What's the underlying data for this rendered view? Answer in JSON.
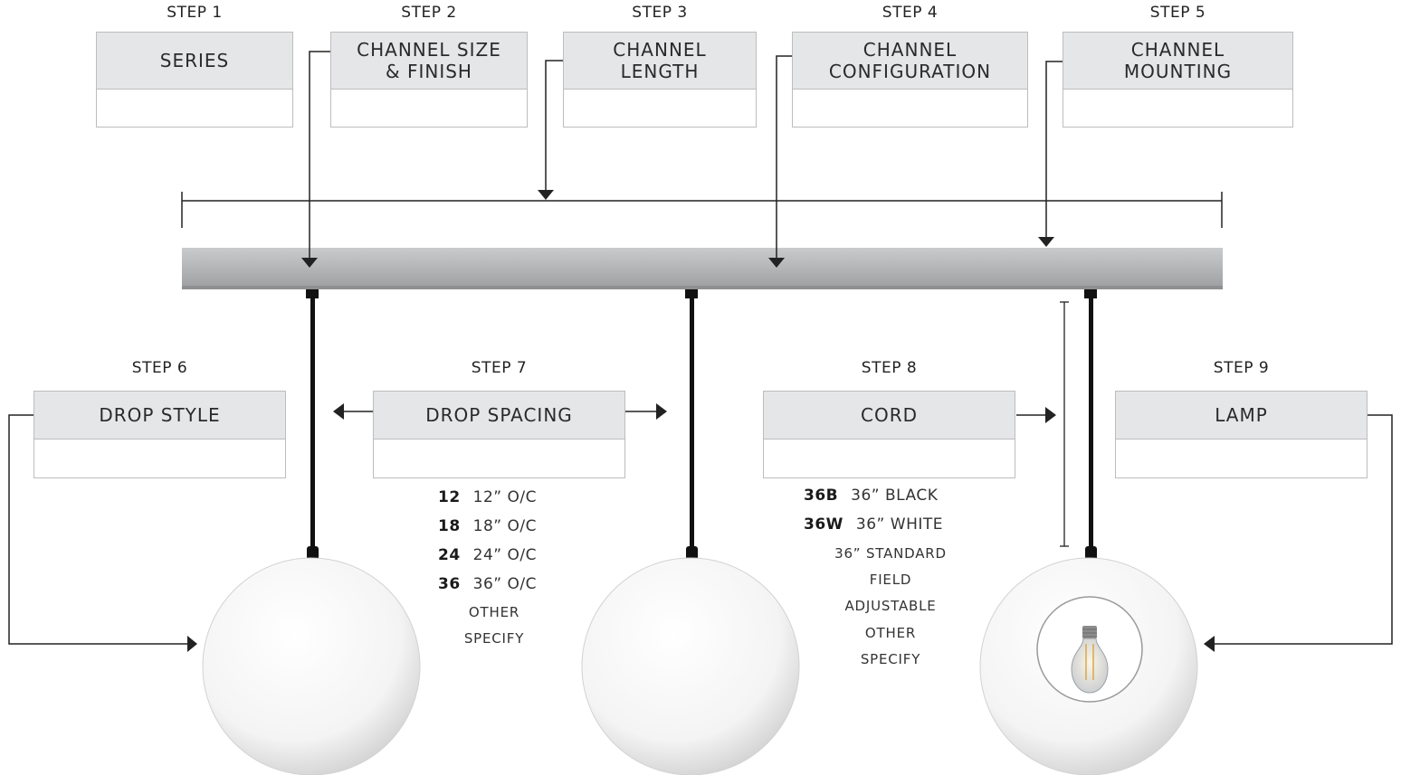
{
  "steps_top": [
    {
      "step": "STEP 1",
      "title": "SERIES"
    },
    {
      "step": "STEP 2",
      "title": "CHANNEL SIZE\n& FINISH"
    },
    {
      "step": "STEP 3",
      "title": "CHANNEL\nLENGTH"
    },
    {
      "step": "STEP 4",
      "title": "CHANNEL\nCONFIGURATION"
    },
    {
      "step": "STEP 5",
      "title": "CHANNEL\nMOUNTING"
    }
  ],
  "steps_bottom": [
    {
      "step": "STEP 6",
      "title": "DROP STYLE"
    },
    {
      "step": "STEP 7",
      "title": "DROP SPACING"
    },
    {
      "step": "STEP 8",
      "title": "CORD"
    },
    {
      "step": "STEP 9",
      "title": "LAMP"
    }
  ],
  "drop_spacing_options": [
    {
      "code": "12",
      "desc": "12” O/C"
    },
    {
      "code": "18",
      "desc": "18” O/C"
    },
    {
      "code": "24",
      "desc": "24” O/C"
    },
    {
      "code": "36",
      "desc": "36” O/C"
    }
  ],
  "drop_spacing_other": [
    "OTHER",
    "SPECIFY"
  ],
  "cord_options": [
    {
      "code": "36B",
      "desc": "36” BLACK"
    },
    {
      "code": "36W",
      "desc": "36” WHITE"
    }
  ],
  "cord_other": [
    "36” STANDARD",
    "FIELD",
    "ADJUSTABLE",
    "OTHER",
    "SPECIFY"
  ],
  "colors": {
    "box_header": "#e5e6e8",
    "channel": "#b9babc",
    "line": "#222222"
  },
  "icons": [
    "arrow-down-icon",
    "arrow-left-icon",
    "arrow-right-icon",
    "globe-pendant-icon",
    "bulb-icon"
  ]
}
